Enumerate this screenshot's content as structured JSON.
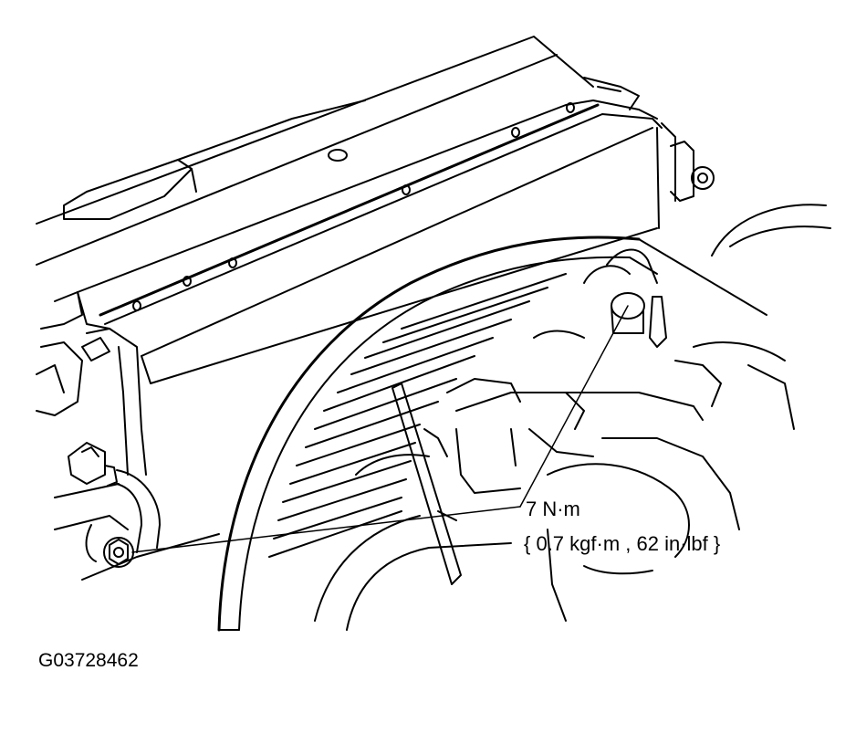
{
  "callout": {
    "torque_nm": "7 N·m",
    "torque_conversion": "{ 0.7 kgf·m , 62 in·lbf }"
  },
  "figure_code": "G03728462",
  "colors": {
    "ink": "#000000",
    "paper": "#ffffff"
  }
}
